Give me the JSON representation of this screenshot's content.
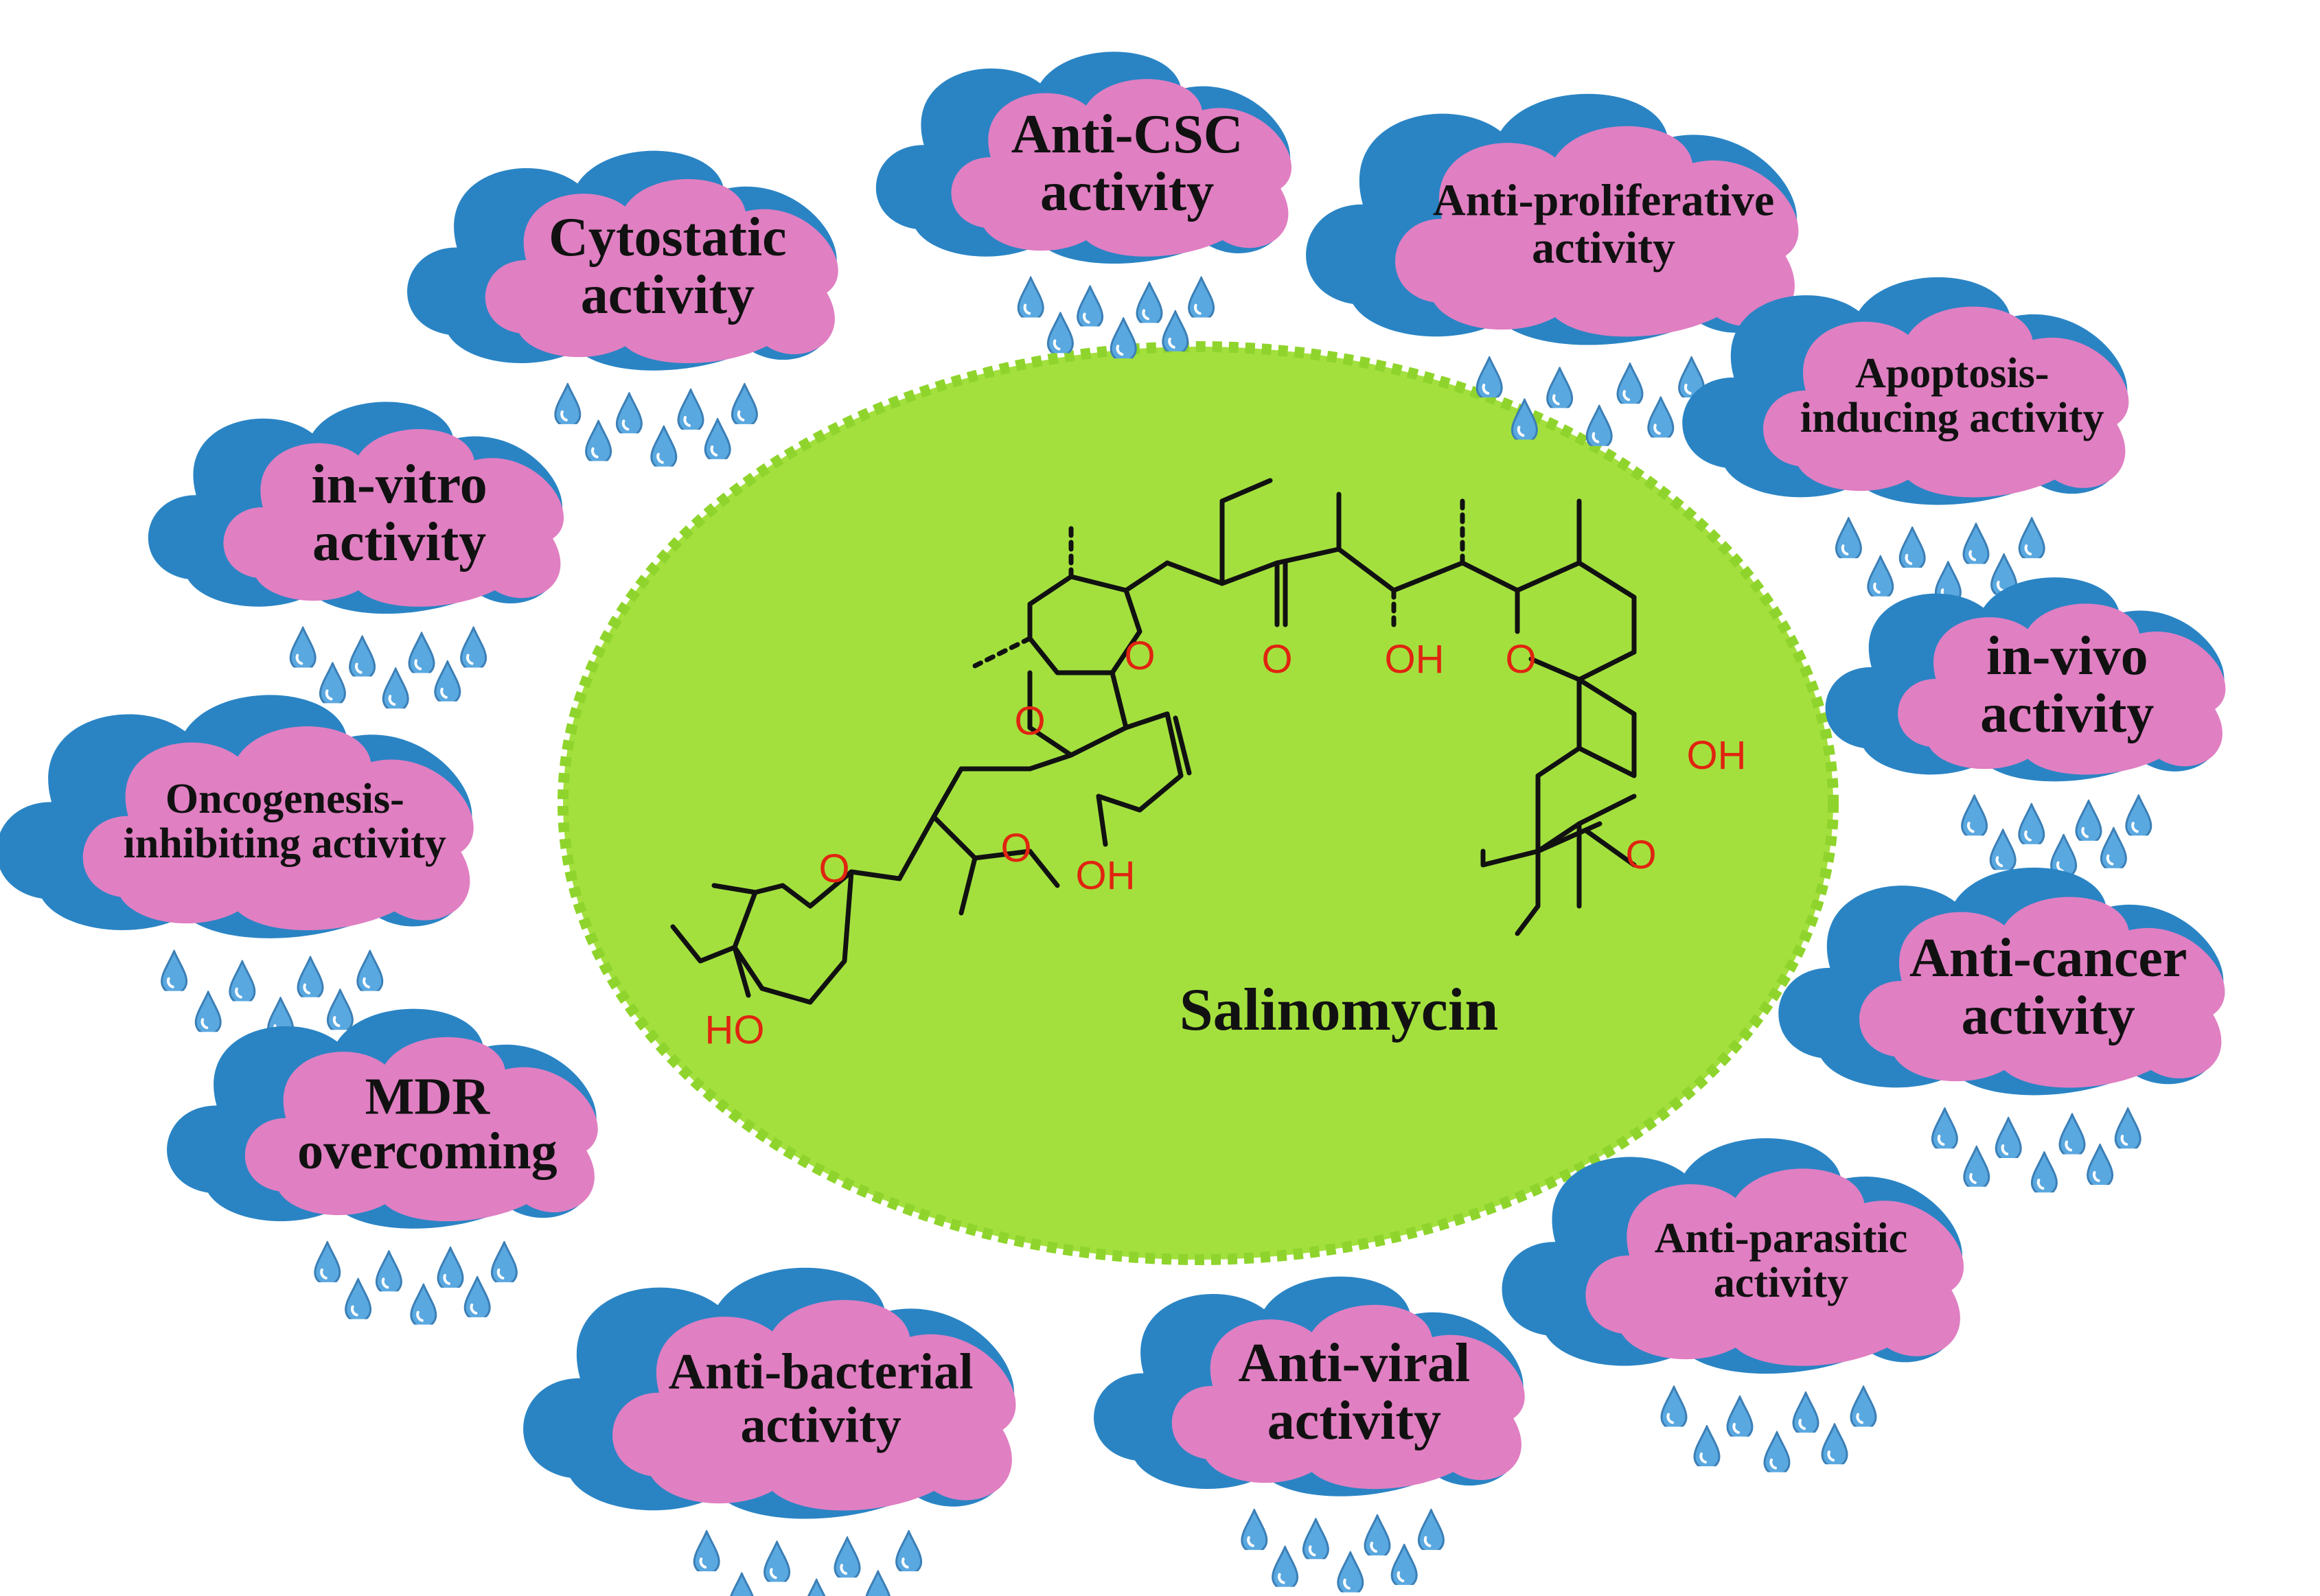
{
  "center": {
    "compound_name": "Salinomycin",
    "atom_labels": {
      "o_ring_a": "O",
      "o_spiro_1": "O",
      "o_spiro_2": "O",
      "o_thp": "O",
      "o_ketone": "O",
      "oh_mid": "OH",
      "o_ring_right": "O",
      "oh_ring": "OH",
      "ho_left": "HO",
      "cooh_oh": "OH",
      "cooh_o": "O"
    }
  },
  "colors": {
    "cloud_back": "#2a84c4",
    "cloud_front": "#e07fc2",
    "ellipse_fill": "#a3e03e",
    "ellipse_border": "#8fd42c",
    "atom_red": "#e02410",
    "raindrop": "#5aa8e0"
  },
  "activities": [
    {
      "id": "anti-csc",
      "line1": "Anti-CSC",
      "line2": "activity"
    },
    {
      "id": "anti-proliferative",
      "line1": "Anti-proliferative",
      "line2": "activity"
    },
    {
      "id": "cytostatic",
      "line1": "Cytostatic",
      "line2": "activity"
    },
    {
      "id": "apoptosis",
      "line1": "Apoptosis-",
      "line2": "inducing activity"
    },
    {
      "id": "in-vitro",
      "line1": "in-vitro",
      "line2": "activity"
    },
    {
      "id": "in-vivo",
      "line1": "in-vivo",
      "line2": "activity"
    },
    {
      "id": "oncogenesis",
      "line1": "Oncogenesis-",
      "line2": "inhibiting activity"
    },
    {
      "id": "anti-cancer",
      "line1": "Anti-cancer",
      "line2": "activity"
    },
    {
      "id": "mdr",
      "line1": "MDR",
      "line2": "overcoming"
    },
    {
      "id": "anti-parasitic",
      "line1": "Anti-parasitic",
      "line2": "activity"
    },
    {
      "id": "anti-bacterial",
      "line1": "Anti-bacterial",
      "line2": "activity"
    },
    {
      "id": "anti-viral",
      "line1": "Anti-viral",
      "line2": "activity"
    }
  ]
}
